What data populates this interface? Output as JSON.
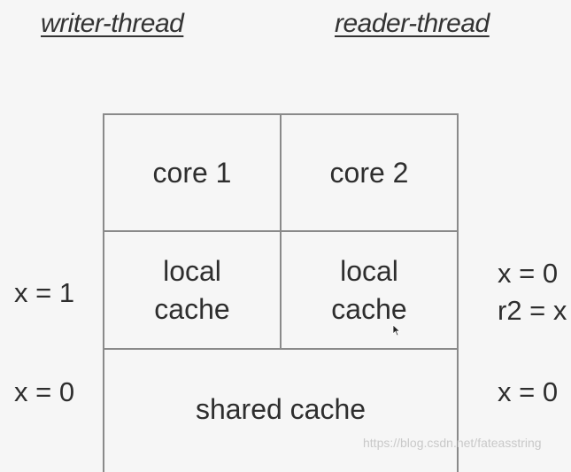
{
  "titles": {
    "writer": "writer-thread",
    "reader": "reader-thread"
  },
  "cores": {
    "core1": "core 1",
    "core2": "core 2"
  },
  "caches": {
    "local1_line1": "local",
    "local1_line2": "cache",
    "local2_line1": "local",
    "local2_line2": "cache",
    "shared": "shared cache"
  },
  "left_labels": {
    "local_value": "x = 1",
    "shared_value": "x = 0"
  },
  "right_labels": {
    "local_value": "x = 0",
    "read_op": "r2 = x",
    "shared_value": "x = 0"
  },
  "watermark": "https://blog.csdn.net/fateasstring",
  "icons": [
    "mouse-cursor-icon"
  ]
}
